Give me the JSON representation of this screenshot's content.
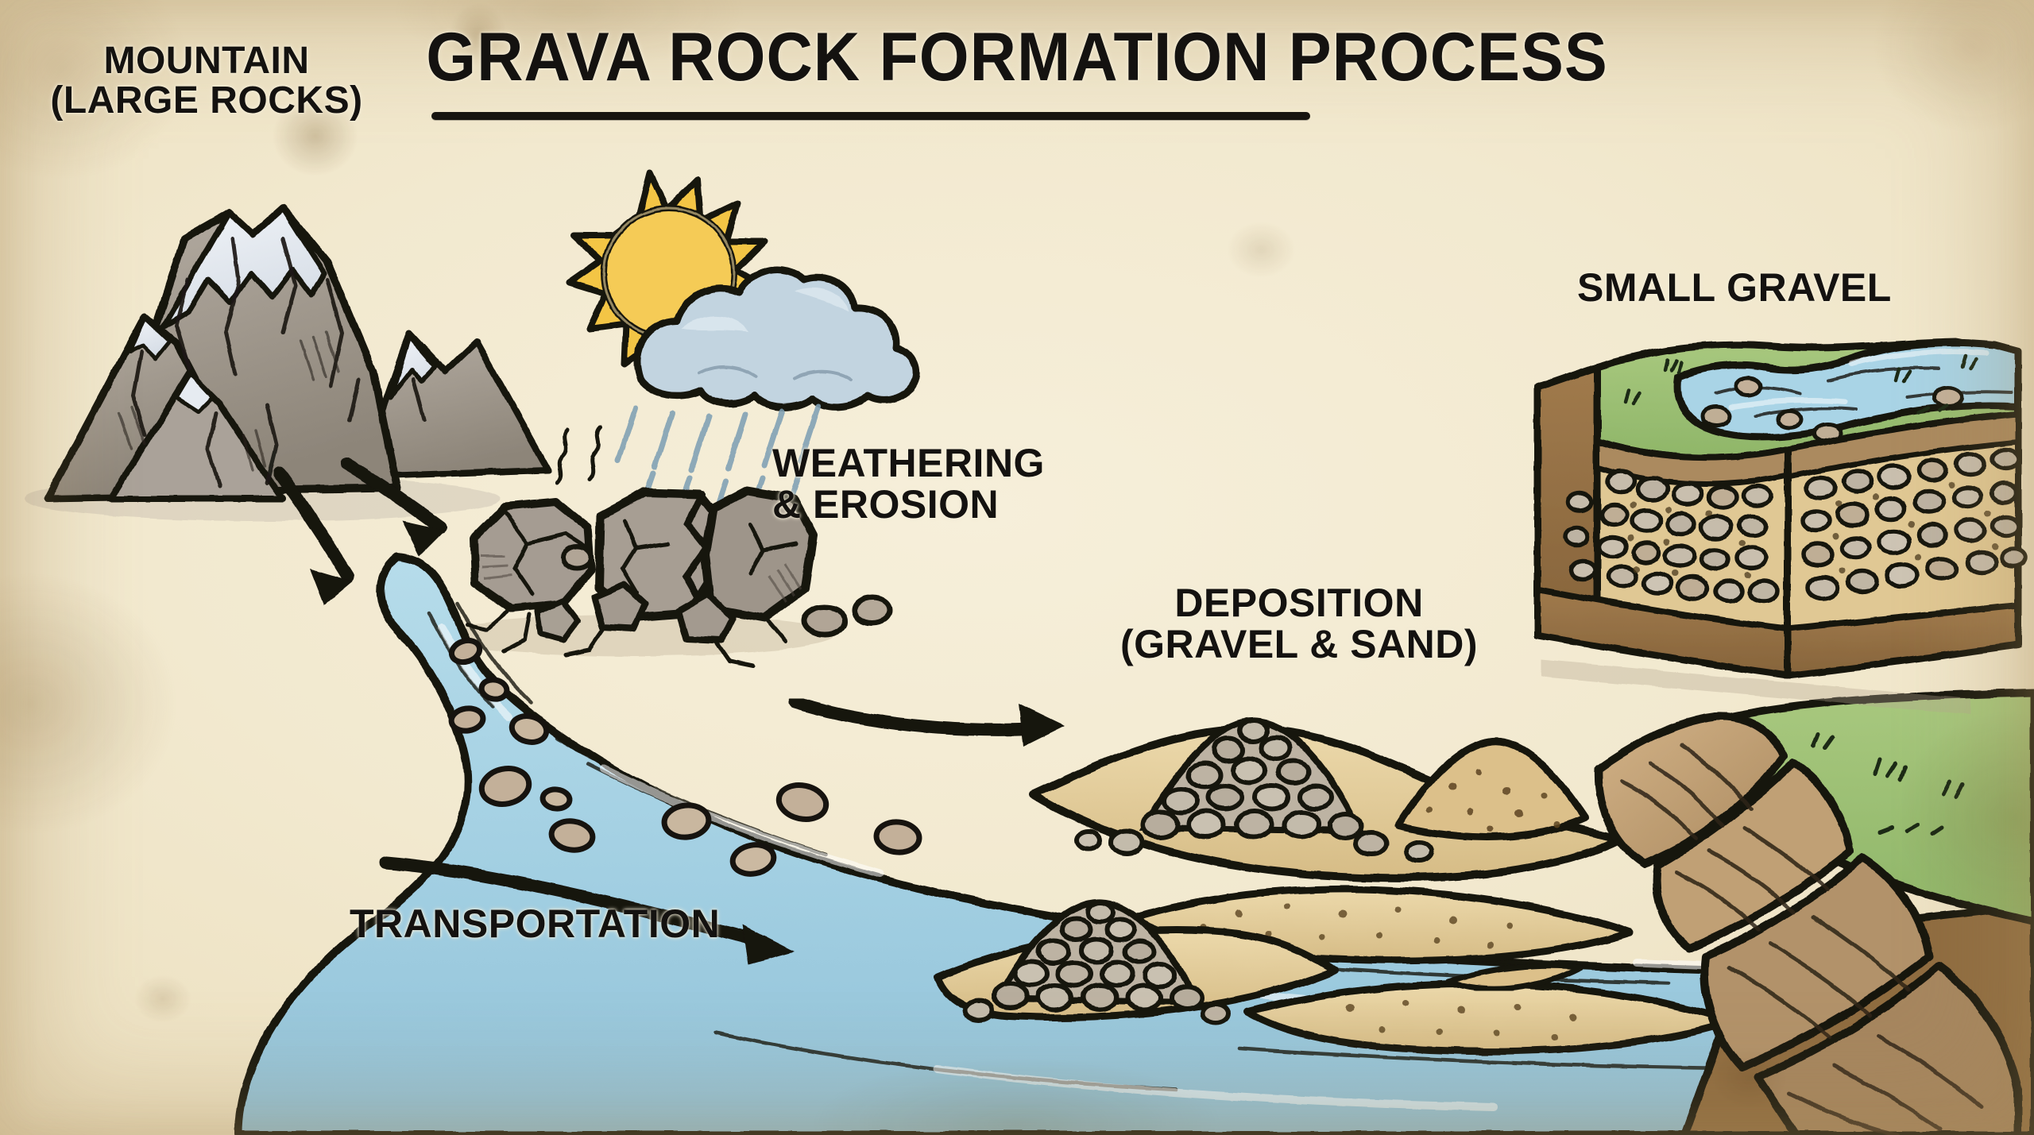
{
  "page": {
    "kind": "educational-diagram",
    "title": "GRAVA ROCK FORMATION PROCESS",
    "background_color": "#f2e9cf",
    "ink_color": "#141210"
  },
  "labels": {
    "mountain": "MOUNTAIN\n(LARGE ROCKS)",
    "weathering": "WEATHERING\n& EROSION",
    "transportation": "TRANSPORTATION",
    "deposition": "DEPOSITION\n(GRAVEL & SAND)",
    "small_gravel": "SMALL GRAVEL"
  },
  "stages": [
    {
      "id": "mountain",
      "label": "MOUNTAIN (LARGE ROCKS)",
      "order": 1
    },
    {
      "id": "weathering",
      "label": "WEATHERING & EROSION",
      "order": 2
    },
    {
      "id": "transportation",
      "label": "TRANSPORTATION",
      "order": 3
    },
    {
      "id": "deposition",
      "label": "DEPOSITION (GRAVEL & SAND)",
      "order": 4
    },
    {
      "id": "small_gravel",
      "label": "SMALL GRAVEL",
      "order": 5
    }
  ],
  "illustrations": {
    "mountain_range": "snow-capped grey mountain peaks, hand-inked",
    "sun": "yellow sun with pointed rays behind cloud",
    "cloud": "pale blue-grey rain cloud",
    "rain": "diagonal blue-grey rain strokes",
    "boulders": "large grey cracked boulders breaking apart",
    "river": "light blue river carrying tan pebbles downstream",
    "gravel_piles": "mounds of rounded grey gravel on sand bars",
    "sand_bars": "tan speckled sand bars in braided river",
    "cliffs": "terraced tan-brown cliffs with green grassy top",
    "cross_section_block": "3D cut-away block: green grass, blue stream, tan gravel layer, brown soil"
  },
  "arrows": [
    {
      "name": "mountain-to-river-upper",
      "direction": "down-right"
    },
    {
      "name": "mountain-to-river-lower",
      "direction": "down-right"
    },
    {
      "name": "transportation-arrow",
      "direction": "right"
    },
    {
      "name": "deposition-arrow",
      "direction": "right"
    }
  ],
  "colors": {
    "paper": "#f2e9cf",
    "ink": "#141210",
    "rock_grey": "#9d958c",
    "rock_grey_dark": "#857d74",
    "snow": "#e8ecf2",
    "sun_yellow": "#f3c545",
    "cloud_blue": "#bfd2de",
    "water_blue": "#a4d3e4",
    "water_blue_deep": "#8fc4da",
    "sand_tan": "#dfc693",
    "sand_tan_light": "#ecd9ab",
    "pebble_tan": "#bfae95",
    "soil_brown": "#9a7447",
    "cliff_tan": "#c4a377",
    "grass_green": "#9cc072"
  }
}
